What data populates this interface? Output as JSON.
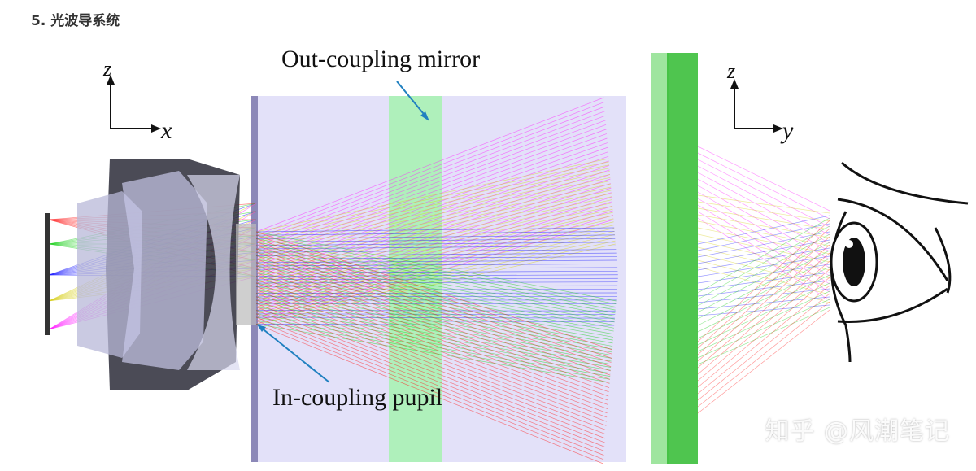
{
  "heading": "5. 光波导系统",
  "labels": {
    "out_coupling": "Out-coupling mirror",
    "in_coupling": "In-coupling pupil",
    "left_axis_z": "z",
    "left_axis_x": "x",
    "right_axis_z": "z",
    "right_axis_y": "y"
  },
  "watermark": "知乎 @风潮笔记",
  "colors": {
    "red": "#ff2020",
    "green": "#20d020",
    "blue": "#2020ff",
    "yellow": "#d8d020",
    "magenta": "#ff20ff",
    "waveguide": "#dcdcf8",
    "out_mirror": "#a8f0b0",
    "eyepiece_plate": "#40c040"
  }
}
